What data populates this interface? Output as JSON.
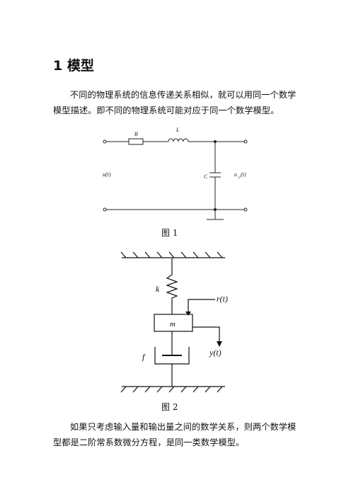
{
  "section": {
    "heading": "1 模型"
  },
  "intro_paragraph": "不同的物理系统的信息传递关系相似，就可以用同一个数学模型描述。即不同的物理系统可能对应于同一个数学模型。",
  "figure1": {
    "caption": "图 1",
    "labels": {
      "resistor": "R",
      "inductor": "L",
      "capacitor": "C",
      "input": "u(t)",
      "output_main": "u",
      "output_sub": "c",
      "output_arg": "(t)"
    }
  },
  "figure2": {
    "caption": "图 2",
    "labels": {
      "spring": "k",
      "mass": "m",
      "force": "r(t)",
      "displacement": "y(t)",
      "damper": "f"
    }
  },
  "closing_paragraph": "如果只考虑输入量和输出量之间的数学关系，则两个数学模型都是二阶常系数微分方程，是同一类数学模型。"
}
